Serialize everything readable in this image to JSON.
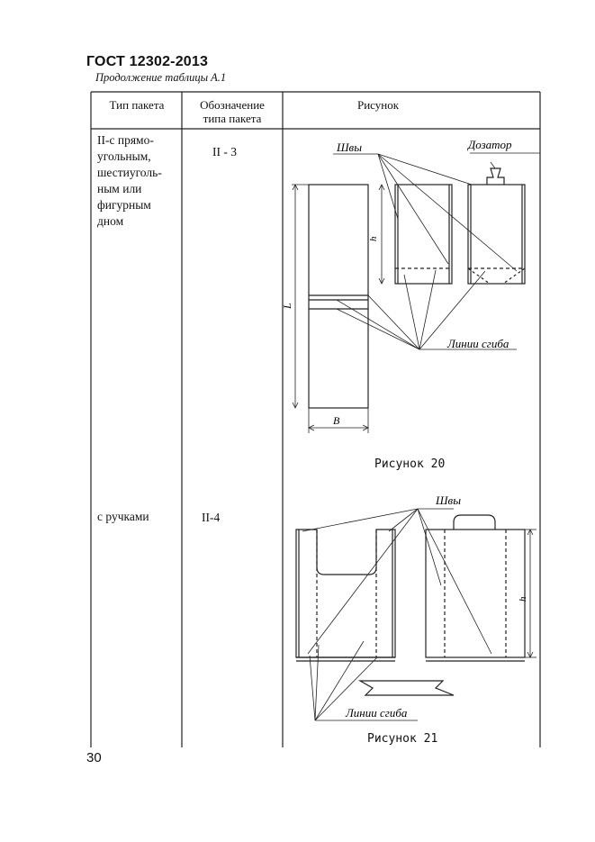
{
  "header": {
    "standard": "ГОСТ 12302-2013",
    "continuation": "Продолжение таблицы А.1"
  },
  "table": {
    "columns": [
      "Тип пакета",
      "Обозначение типа пакета",
      "Рисунок"
    ],
    "col2_line1": "Обозначение",
    "col2_line2": "типа пакета",
    "rows": [
      {
        "type_lines": [
          "II-с прямо-",
          "угольным,",
          "шестиуголь-",
          "ным или",
          "фигурным",
          "дном"
        ],
        "designation": "II - 3",
        "figure": {
          "caption": "Рисунок 20",
          "label_seams": "Швы",
          "label_dispenser": "Дозатор",
          "label_fold_lines": "Линии сгиба",
          "dim_h": "h",
          "dim_L": "L",
          "dim_B": "B"
        }
      },
      {
        "type_lines": [
          "с ручками"
        ],
        "designation": "II-4",
        "figure": {
          "caption": "Рисунок 21",
          "label_seams": "Швы",
          "label_fold_lines": "Линии сгиба",
          "dim_h": "h"
        }
      }
    ]
  },
  "page_number": "30"
}
